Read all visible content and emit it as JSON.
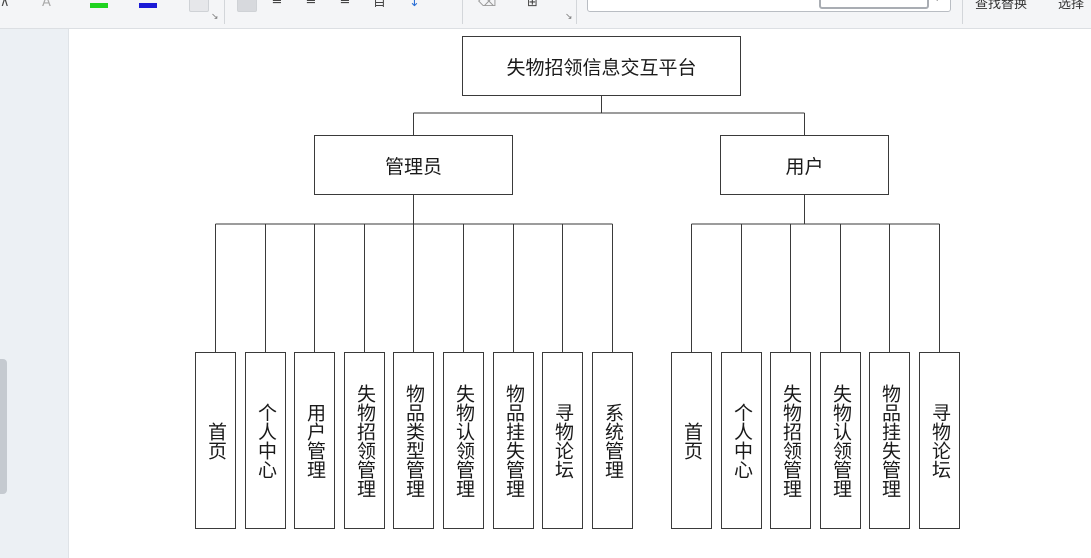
{
  "diagram": {
    "root": "失物招领信息交互平台",
    "admin": {
      "label": "管理员",
      "modules": [
        "首页",
        "个人中心",
        "用户管理",
        "失物招领管理",
        "物品类型管理",
        "失物认领管理",
        "物品挂失管理",
        "寻物论坛",
        "系统管理"
      ]
    },
    "user": {
      "label": "用户",
      "modules": [
        "首页",
        "个人中心",
        "失物招领管理",
        "失物认领管理",
        "物品挂失管理",
        "寻物论坛"
      ]
    }
  },
  "toolbar": {
    "find_replace": "查找替换",
    "select": "选择",
    "font_color_underline": "#1fd31f",
    "highlight_underline": "#1a1ad6"
  }
}
